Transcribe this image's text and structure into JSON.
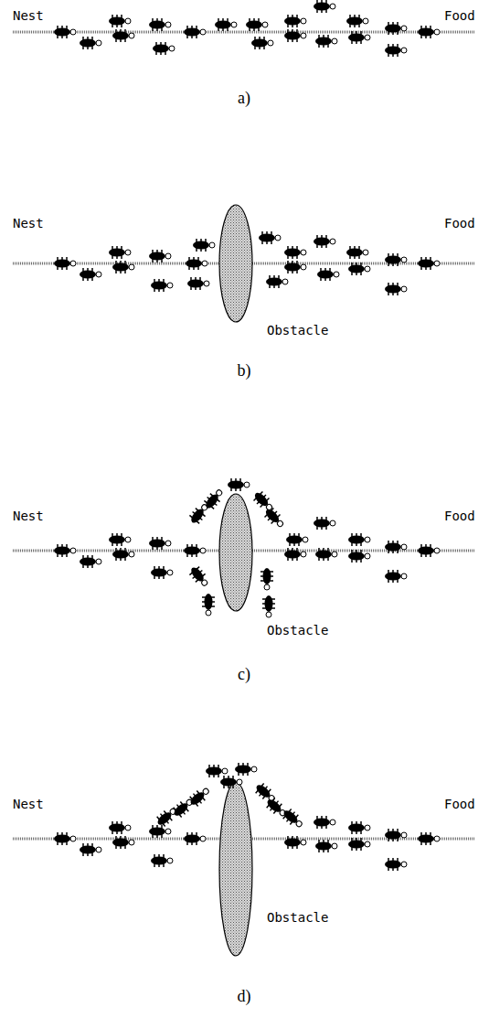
{
  "diagram": {
    "labels": [
      "Nest",
      "Food",
      "a)",
      "Nest",
      "Food",
      "Obstacle",
      "b)",
      "Nest",
      "Food",
      "Obstacle",
      "c)",
      "Nest",
      "Food",
      "Obstacle",
      "d)"
    ]
  }
}
